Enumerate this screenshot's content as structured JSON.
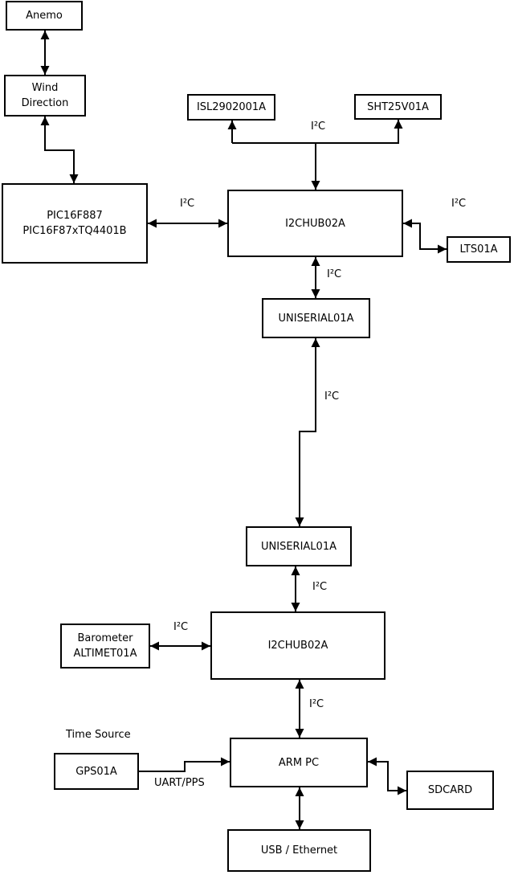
{
  "diagram": {
    "colors": {
      "background": "#ffffff",
      "line": "#000000",
      "text": "#000000",
      "box_fill": "#ffffff"
    },
    "boxes": {
      "anemo": {
        "label": "Anemo"
      },
      "wind_direction": {
        "lines": [
          "Wind",
          "Direction"
        ]
      },
      "pic": {
        "lines": [
          "PIC16F887",
          "PIC16F87xTQ4401B"
        ]
      },
      "isl": {
        "label": "ISL2902001A"
      },
      "sht": {
        "label": "SHT25V01A"
      },
      "i2c_hub_1": {
        "label": "I2CHUB02A"
      },
      "lts": {
        "label": "LTS01A"
      },
      "uniserial_1": {
        "label": "UNISERIAL01A"
      },
      "uniserial_2": {
        "label": "UNISERIAL01A"
      },
      "i2c_hub_2": {
        "label": "I2CHUB02A"
      },
      "barometer": {
        "lines": [
          "Barometer",
          "ALTIMET01A"
        ]
      },
      "gps": {
        "label": "GPS01A"
      },
      "arm_pc": {
        "label": "ARM PC"
      },
      "sdcard": {
        "label": "SDCARD"
      },
      "usb_ethernet": {
        "label": "USB / Ethernet"
      }
    },
    "connection_labels": {
      "pic_hub1": "I²C",
      "hub1_sensors": "I²C",
      "hub1_lts": "I²C",
      "hub1_uniserial1": "I²C",
      "uniserial1_uniserial2": "I²C",
      "uniserial2_hub2": "I²C",
      "barometer_hub2": "I²C",
      "hub2_armpc": "I²C",
      "gps_caption": "Time Source",
      "gps_armpc": "UART/PPS"
    }
  }
}
